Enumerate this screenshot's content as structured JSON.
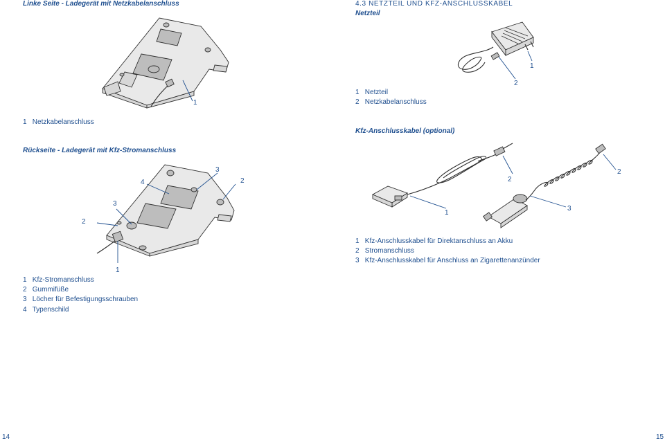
{
  "left": {
    "heading_top": "Linke Seite - Ladegerät mit Netzkabelanschluss",
    "top_callout_1": "1",
    "top_legend": [
      {
        "num": "1",
        "text": "Netzkabelanschluss"
      }
    ],
    "heading_bottom": "Rückseite - Ladegerät mit Kfz-Stromanschluss",
    "bottom_callouts": {
      "c4": "4",
      "c3a": "3",
      "c2a": "2",
      "c3b": "3",
      "c2b": "2",
      "c1": "1"
    },
    "bottom_legend": [
      {
        "num": "1",
        "text": "Kfz-Stromanschluss"
      },
      {
        "num": "2",
        "text": "Gummifüße"
      },
      {
        "num": "3",
        "text": "Löcher für Befestigungsschrauben"
      },
      {
        "num": "4",
        "text": "Typenschild"
      }
    ],
    "page_number": "14"
  },
  "right": {
    "section_title": "4.3 Netzteil und Kfz-Anschlusskabel",
    "subheading_1": "Netzteil",
    "netzteil_callouts": {
      "c1": "1",
      "c2": "2"
    },
    "netzteil_legend": [
      {
        "num": "1",
        "text": "Netzteil"
      },
      {
        "num": "2",
        "text": "Netzkabelanschluss"
      }
    ],
    "subheading_2": "Kfz-Anschlusskabel (optional)",
    "kfz_callouts": {
      "c2a": "2",
      "c1": "1",
      "c2b": "2",
      "c3": "3"
    },
    "kfz_legend": [
      {
        "num": "1",
        "text": "Kfz-Anschlusskabel für Direktanschluss an Akku"
      },
      {
        "num": "2",
        "text": "Stromanschluss"
      },
      {
        "num": "3",
        "text": "Kfz-Anschlusskabel für Anschluss an Zigarettenanzünder"
      }
    ],
    "page_number": "15"
  }
}
